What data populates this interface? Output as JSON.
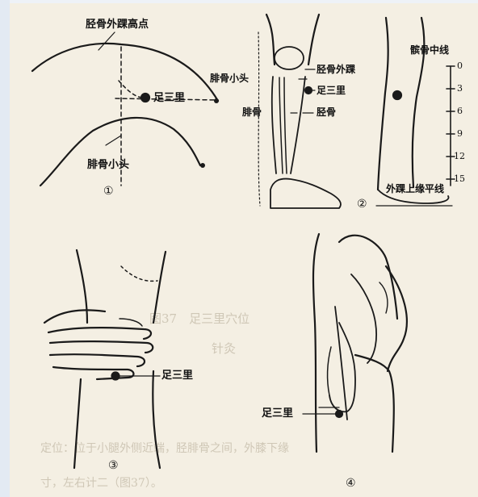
{
  "figure1": {
    "number": "①",
    "label_top": "胫骨外踝高点",
    "label_point": "足三里",
    "label_bottom": "腓骨小头"
  },
  "figure2": {
    "number": "②",
    "label_fibula_head": "腓骨小头",
    "label_tibia_condyle": "胫骨外踝",
    "label_point": "足三里",
    "label_fibula": "腓骨",
    "label_tibia": "胫骨",
    "scale_title": "髌骨中线",
    "scale_bottom": "外踝上缘平线",
    "scale_ticks": [
      "0",
      "3",
      "6",
      "9",
      "12",
      "15"
    ]
  },
  "figure3": {
    "number": "③",
    "label_point": "足三里"
  },
  "figure4": {
    "number": "④",
    "label_point": "足三里"
  },
  "bleed_text": {
    "line_a": "图37　足三里穴位",
    "line_b": "针灸",
    "line_c": "定位：位于小腿外侧近端，胫腓骨之间，外膝下缘",
    "line_d": "寸，左右计二（图37）。"
  },
  "colors": {
    "paper": "#f4efe3",
    "ink": "#111111",
    "bleed": "#cfc7b6"
  }
}
